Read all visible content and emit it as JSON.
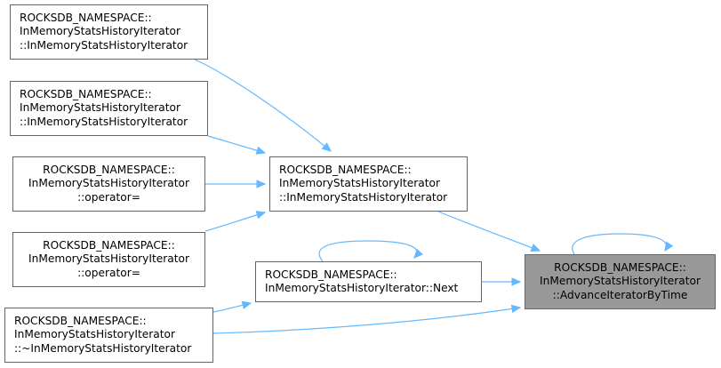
{
  "diagram": {
    "edge_color": "#63b8ff",
    "nodes": [
      {
        "id": "ctor1",
        "lines": [
          "ROCKSDB_NAMESPACE::",
          "InMemoryStatsHistoryIterator",
          "::InMemoryStatsHistoryIterator"
        ]
      },
      {
        "id": "ctor2",
        "lines": [
          "ROCKSDB_NAMESPACE::",
          "InMemoryStatsHistoryIterator",
          "::InMemoryStatsHistoryIterator"
        ]
      },
      {
        "id": "op1",
        "lines": [
          "ROCKSDB_NAMESPACE::",
          "InMemoryStatsHistoryIterator",
          "::operator="
        ]
      },
      {
        "id": "op2",
        "lines": [
          "ROCKSDB_NAMESPACE::",
          "InMemoryStatsHistoryIterator",
          "::operator="
        ]
      },
      {
        "id": "dtor",
        "lines": [
          "ROCKSDB_NAMESPACE::",
          "InMemoryStatsHistoryIterator",
          "::~InMemoryStatsHistoryIterator"
        ]
      },
      {
        "id": "ctor_main",
        "lines": [
          "ROCKSDB_NAMESPACE::",
          "InMemoryStatsHistoryIterator",
          "::InMemoryStatsHistoryIterator"
        ]
      },
      {
        "id": "next",
        "lines": [
          "ROCKSDB_NAMESPACE::",
          "InMemoryStatsHistoryIterator::Next"
        ]
      },
      {
        "id": "advance",
        "lines": [
          "ROCKSDB_NAMESPACE::",
          "InMemoryStatsHistoryIterator",
          "::AdvanceIteratorByTime"
        ],
        "focus": true
      }
    ],
    "edges": [
      {
        "from": "ctor1",
        "to": "ctor_main"
      },
      {
        "from": "ctor2",
        "to": "ctor_main"
      },
      {
        "from": "op1",
        "to": "ctor_main"
      },
      {
        "from": "op2",
        "to": "ctor_main"
      },
      {
        "from": "dtor",
        "to": "next"
      },
      {
        "from": "dtor",
        "to": "advance"
      },
      {
        "from": "ctor_main",
        "to": "advance"
      },
      {
        "from": "next",
        "to": "advance"
      },
      {
        "from": "next",
        "to": "next"
      },
      {
        "from": "advance",
        "to": "advance"
      }
    ]
  }
}
